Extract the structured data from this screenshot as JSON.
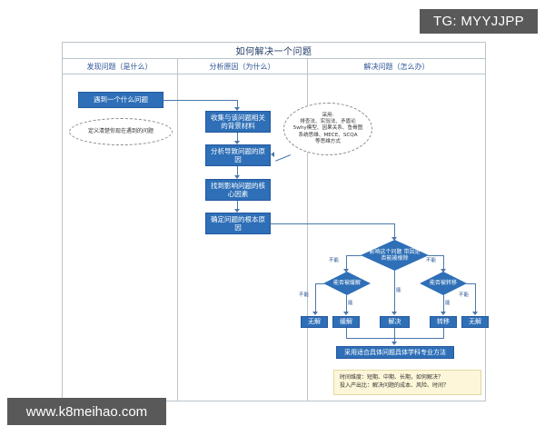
{
  "overlays": {
    "tg_badge": "TG: MYYJJPP",
    "watermark": "www.k8meihao.com",
    "badge_bg": "#595959"
  },
  "chart": {
    "title": "如何解决一个问题",
    "columns": [
      {
        "label": "发现问题（是什么）"
      },
      {
        "label": "分析原因（为什么）"
      },
      {
        "label": "解决问题（怎么办）"
      }
    ],
    "accent": "#2e6fb7",
    "note_bg": "#fdf6d8"
  },
  "nodes": {
    "start": "遇到一个什么问题",
    "define": "定义清楚你现在遇到的问题",
    "collect": "收集与该问题相关的背景材料",
    "analyze": "分析导致问题的原因",
    "core": "找到影响问题的核心因素",
    "root": "确定问题的根本原因",
    "methods": "采用：\n排查法、实验法、矛盾论\n5why模型、因果关系、鱼骨图\n系统思维、MECE、SCQA\n等思维方式",
    "methods_lines": [
      "采用:",
      "排查法、实验法、矛盾论",
      "5why模型、因果关系、鱼骨图",
      "系统思维、MECE、SCQA",
      "等思维方式"
    ],
    "d_root": "影响这个问题\n带因是否能被根除",
    "d_relieve": "能否被缓解",
    "d_transfer": "能否被转移",
    "r_none_left": "无解",
    "r_relieve": "缓解",
    "r_solve": "解决",
    "r_transfer": "转移",
    "r_none_right": "无解",
    "apply": "采用适合具体问题具体学科专业方法",
    "note_lines": [
      "时间维度：短期、中期、长期，如何解决？",
      "投入产出比：解决问题的成本、风险、时间？"
    ]
  },
  "edges": {
    "yes": "能",
    "no": "不能"
  }
}
